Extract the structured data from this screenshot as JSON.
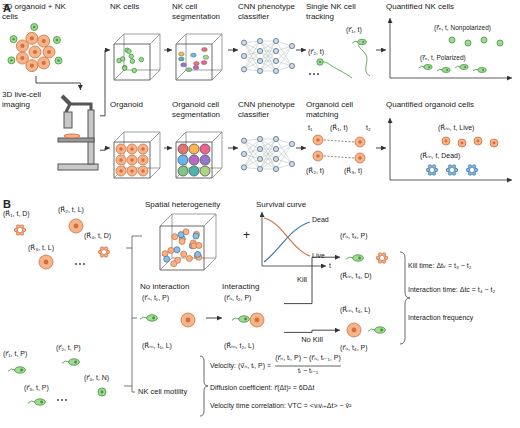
{
  "diagram": {
    "nodes": [
      {
        "text": [
          "3D organoid + NK cells"
        ]
      },
      {
        "text": [
          "3D live-cell imaging"
        ]
      },
      {
        "text": [
          "NK cells"
        ]
      },
      {
        "text": [
          "NK cell segmentation"
        ]
      },
      {
        "text": [
          "CNN phenotype classifier"
        ]
      },
      {
        "text": [
          "Single NK cell tracking"
        ]
      },
      {
        "text": [
          "Quantified NK cells"
        ]
      },
      {
        "text": [
          "Organoid"
        ]
      },
      {
        "text": [
          "Organoid cell segmentation"
        ]
      },
      {
        "text": [
          "CNN phenotype classifier"
        ]
      },
      {
        "text": [
          "Organoid cell matching"
        ]
      },
      {
        "text": [
          "Quantified organoid cells"
        ]
      },
      {
        "text": [
          "Spatial heterogeneity"
        ]
      },
      {
        "text": [
          "Survival curve"
        ]
      },
      {
        "text": [
          "No interaction",
          "(r⃗ₙ, t₁, P)",
          "(R⃗ₘ, t₁, L)"
        ]
      },
      {
        "text": [
          "Interacting",
          "(r⃗ₙ, t₂, P)",
          "(R⃗ₘ, t₂, L)"
        ]
      },
      {
        "text": [
          "(r⃗ₙ, t₃, P)",
          "(R⃗ₘ, t₃, D)"
        ]
      },
      {
        "text": [
          "(R⃗ₘ, t₄, L)",
          "(r⃗ₙ, t₄, P)"
        ]
      }
    ],
    "edges": [
      {
        "from": 0,
        "to": 1,
        "arrow": "to"
      },
      {
        "from": 1,
        "to": 2,
        "arrow": "to"
      },
      {
        "from": 1,
        "to": 7,
        "arrow": "to"
      },
      {
        "from": 2,
        "to": 3,
        "arrow": "to"
      },
      {
        "from": 3,
        "to": 4,
        "arrow": "to"
      },
      {
        "from": 4,
        "to": 5,
        "arrow": "to"
      },
      {
        "from": 5,
        "to": 6,
        "arrow": "to"
      },
      {
        "from": 7,
        "to": 8,
        "arrow": "to"
      },
      {
        "from": 8,
        "to": 9,
        "arrow": "to"
      },
      {
        "from": 9,
        "to": 10,
        "arrow": "to"
      },
      {
        "from": 10,
        "to": 11,
        "arrow": "to"
      },
      {
        "from": 14,
        "to": 15,
        "arrow": "to"
      },
      {
        "from": 15,
        "to": 16,
        "label": "Kill",
        "arrow": "to"
      },
      {
        "from": 15,
        "to": 17,
        "label": "No Kill",
        "arrow": "to"
      }
    ],
    "labels": [
      "A",
      "(r⃗₁, t)",
      "(r⃗₂, t)",
      "(r⃗ₙ, t, Nonpolarized)",
      "(r⃗ₙ, t, Polarized)",
      "(R⃗₁, t)",
      "t₁",
      "(R⃗₂, t)",
      "t₂",
      "(R⃗₃, t)",
      "(R⃗ₘ, t, Live)",
      "(R⃗ₘ, t, Dead)",
      "B",
      "(R⃗₁, t, D)",
      "(R⃗₂, t, L)",
      "(R⃗₃, t, L)",
      "(R⃗₄, t, D)",
      "+",
      "Dead",
      "Live",
      "t",
      "Kill time: Δtₖ = t₃ − t₂",
      "Interaction time: Δtc = t₄ − t₂",
      "Interaction frequency",
      "(r⃗₁, t, P)",
      "(r⃗₂, t, P)",
      "(r⃗₃, t, P)",
      "(r⃗₄, t, N)",
      "NK cell motility",
      "Velocity: (v⃗ₙ, tᵢ, P) =",
      "(r⃗ₙ, tᵢ, P) − (r⃗ₙ, tᵢ₋₁, P)",
      "tᵢ − tᵢ₋₁",
      "Diffusion coefficient: r⃗(Δt)² = 6DΔt",
      "Velocity time correlation: VTC = <vᵢvᵢ₊Δt> − v̄²"
    ]
  }
}
